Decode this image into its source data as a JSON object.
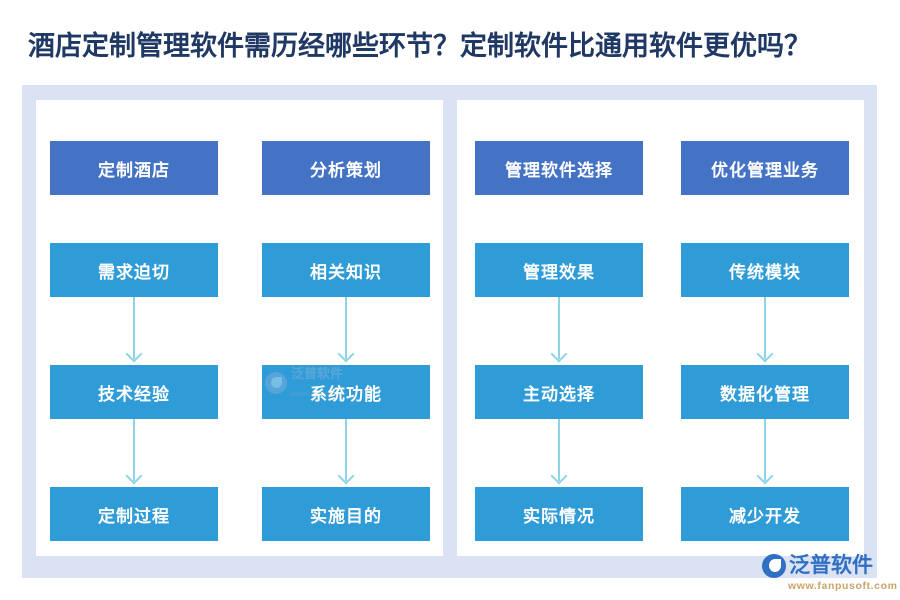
{
  "page": {
    "title": "酒店定制管理软件需历经哪些环节？定制软件比通用软件更优吗？",
    "title_color": "#1F3864",
    "background": "#FFFFFF",
    "panel_color": "#DBE2F3",
    "card_color": "#FFFFFF"
  },
  "colors": {
    "header_box": "#4472C4",
    "normal_box": "#2F9BD7",
    "arrow": "#8ED4E8",
    "divider": "#DBE2F3"
  },
  "diagram": {
    "columns": [
      {
        "id": "col-custom-hotel",
        "header": "定制酒店",
        "steps": [
          "需求迫切",
          "技术经验",
          "定制过程"
        ]
      },
      {
        "id": "col-analysis-planning",
        "header": "分析策划",
        "steps": [
          "相关知识",
          "系统功能",
          "实施目的"
        ]
      },
      {
        "id": "col-software-selection",
        "header": "管理软件选择",
        "steps": [
          "管理效果",
          "主动选择",
          "实际情况"
        ]
      },
      {
        "id": "col-optimize-business",
        "header": "优化管理业务",
        "steps": [
          "传统模块",
          "数据化管理",
          "减少开发"
        ]
      }
    ]
  },
  "watermark": {
    "name": "泛普软件",
    "sub": "FANPU SOFTWARE"
  },
  "brand": {
    "name": "泛普软件",
    "url": "www.fanpusoft.com"
  }
}
